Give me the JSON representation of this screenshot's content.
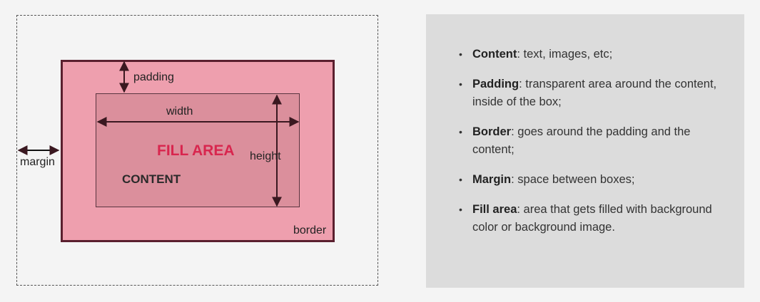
{
  "diagram": {
    "labels": {
      "padding": "padding",
      "width": "width",
      "height": "height",
      "margin": "margin",
      "border": "border",
      "fill_area": "FILL AREA",
      "content": "CONTENT"
    },
    "colors": {
      "border_fill": "#ee9fae",
      "content_fill": "#db8f9c",
      "border_line": "#5a1f2e",
      "fill_area_text": "#d8264e",
      "panel_bg": "#dcdcdc"
    }
  },
  "definitions": [
    {
      "term": "Content",
      "text": ": text, images, etc;"
    },
    {
      "term": "Padding",
      "text": ": transparent area around the content, inside of the box;"
    },
    {
      "term": "Border",
      "text": ": goes around the padding and the content;"
    },
    {
      "term": "Margin",
      "text": ": space between boxes;"
    },
    {
      "term": "Fill area",
      "text": ": area that gets filled with background color or background image."
    }
  ]
}
